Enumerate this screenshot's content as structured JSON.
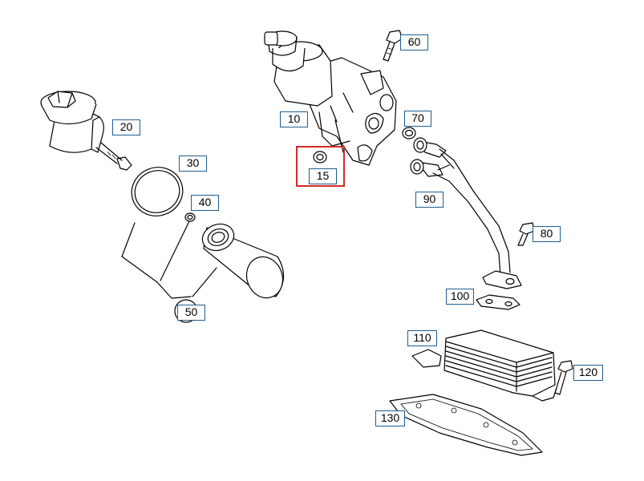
{
  "diagram": {
    "highlight_color": "#d42a2a",
    "callout_border_color": "#1f5d8f",
    "selected_part": "15",
    "callouts": [
      {
        "id": "60",
        "label": "60"
      },
      {
        "id": "70",
        "label": "70"
      },
      {
        "id": "10",
        "label": "10"
      },
      {
        "id": "15",
        "label": "15"
      },
      {
        "id": "20",
        "label": "20"
      },
      {
        "id": "30",
        "label": "30"
      },
      {
        "id": "40",
        "label": "40"
      },
      {
        "id": "50",
        "label": "50"
      },
      {
        "id": "90",
        "label": "90"
      },
      {
        "id": "80",
        "label": "80"
      },
      {
        "id": "100",
        "label": "100"
      },
      {
        "id": "110",
        "label": "110"
      },
      {
        "id": "120",
        "label": "120"
      },
      {
        "id": "130",
        "label": "130"
      }
    ]
  }
}
